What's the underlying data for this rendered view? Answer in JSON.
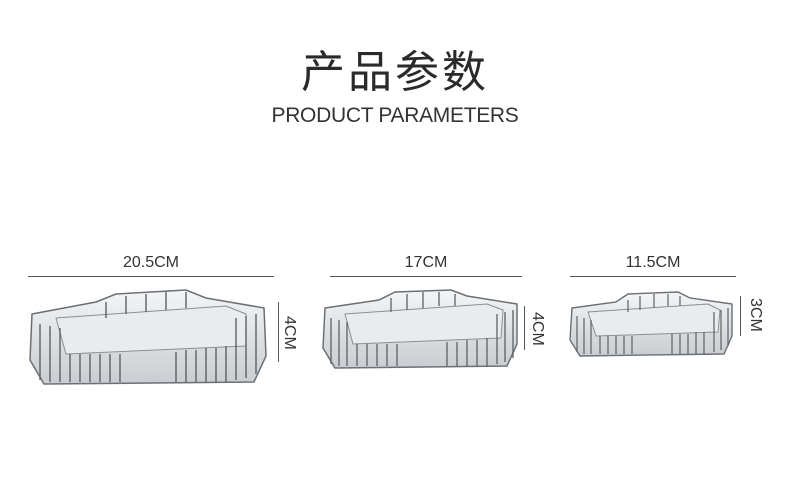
{
  "header": {
    "title_cn": "产品参数",
    "title_en": "PRODUCT PARAMETERS"
  },
  "products": [
    {
      "width_label": "20.5CM",
      "height_label": "4CM"
    },
    {
      "width_label": "17CM",
      "height_label": "4CM"
    },
    {
      "width_label": "11.5CM",
      "height_label": "3CM"
    }
  ],
  "colors": {
    "text": "#333333",
    "line": "#555555",
    "glass": "#9aa0a6"
  }
}
